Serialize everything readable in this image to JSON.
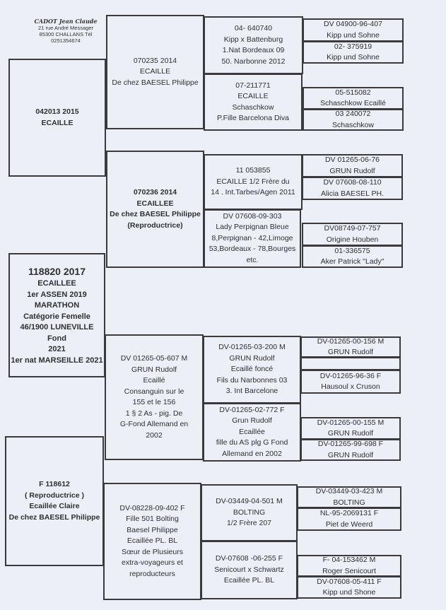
{
  "breeder_stamp": {
    "name": "CADOT Jean Claude",
    "address": "21 rue André Messager",
    "city": "85300 CHALLANS    Tél",
    "phone": "0251354674"
  },
  "subject": [
    "118820 2017",
    "ECAILLEE",
    "1er ASSEN 2019",
    "MARATHON",
    "Catégorie Femelle",
    "46/1900 LUNEVILLE Fond",
    "2021",
    "1er nat MARSEILLE 2021"
  ],
  "sire": [
    "042013 2015",
    "ECAILLE"
  ],
  "dam": [
    "F  118612",
    "( Reproductrice )",
    "Ecaillée Claire",
    "De chez BAESEL Philippe"
  ],
  "sire_sire": [
    "070235 2014",
    "ECAILLE",
    "De chez BAESEL Philippe"
  ],
  "sire_dam": [
    "070236 2014",
    "ECAILLEE",
    "De chez BAESEL Philippe",
    "(Reproductrice)"
  ],
  "dam_sire": [
    "DV 01265-05-607 M",
    "GRUN Rudolf",
    "Ecaillé",
    "Consanguin sur le",
    "155 et le 156",
    "1 § 2 As - pig. De",
    "G-Fond Allemand en",
    "2002"
  ],
  "dam_dam": [
    "DV-08228-09-402 F",
    "Fille 501 Bolting",
    "Baesel Philippe",
    "Ecaillée PL. BL",
    "Sœur de Plusieurs",
    "extra-voyageurs et",
    "reproducteurs"
  ],
  "gen3": {
    "ss_s": [
      "04- 640740",
      "Kipp x Battenburg",
      "1.Nat Bordeaux 09",
      "50. Narbonne 2012"
    ],
    "ss_d": [
      "07-211771",
      "ECAILLE",
      "Schaschkow",
      "P.Fille Barcelona Diva"
    ],
    "sd_s": [
      "11 053855",
      "ECAILLE 1/2 Frère du",
      "14 . Int.Tarbes/Agen 2011"
    ],
    "sd_d": [
      "DV 07608-09-303",
      "Lady Perpignan Bleue",
      "8,Perpignan - 42,Limoge",
      "53,Bordeaux - 78,Bourges",
      "etc."
    ],
    "ds_s": [
      "DV-01265-03-200 M",
      "GRUN Rudolf",
      "Ecaillé foncé",
      "Fils du Narbonnes 03",
      "3. Int Barcelone"
    ],
    "ds_d": [
      "DV-01265-02-772 F",
      "Grun Rudolf",
      "Ecaillée",
      "fille du AS plg G Fond",
      "Allemand en 2002"
    ],
    "dd_s": [
      "DV-03449-04-501 M",
      "BOLTING",
      "1/2 Frère 207"
    ],
    "dd_d": [
      "DV-07608 -06-255 F",
      "Senicourt x Schwartz",
      "Ecaillée PL. BL"
    ]
  },
  "gen4": {
    "a1": [
      "DV 04900-96-407",
      "Kipp und Sohne"
    ],
    "a2": [
      "02- 375919",
      "Kipp und Sohne"
    ],
    "a3": [
      "05-515082",
      "Schaschkow Ecaillé"
    ],
    "a4": [
      "03 240072",
      "Schaschkow"
    ],
    "b1": [
      "DV 01265-06-76",
      "GRUN Rudolf"
    ],
    "b2": [
      "DV 07608-08-110",
      "Alicia BAESEL PH."
    ],
    "b3": [
      "DV08749-07-757",
      "Origine Houben"
    ],
    "b4": [
      "01-336575",
      "Aker Patrick \"Lady\""
    ],
    "c1": [
      "DV-01265-00-156 M",
      "GRUN Rudolf"
    ],
    "c2": [
      "DV-01265-96-36 F",
      "Hausoul x Cruson"
    ],
    "c3": [
      "DV-01265-00-155 M",
      "GRUN Rudolf"
    ],
    "c4": [
      "DV-01265-99-698 F",
      "GRUN Rudolf"
    ],
    "d1": [
      "DV-03449-03-423 M",
      "BOLTING"
    ],
    "d2": [
      "NL-95-2069131 F",
      "Piet de Weerd"
    ],
    "d3": [
      "F- 04-153462 M",
      "Roger Senicourt"
    ],
    "d4": [
      "DV-07608-05-411 F",
      "Kipp und Shone"
    ]
  }
}
